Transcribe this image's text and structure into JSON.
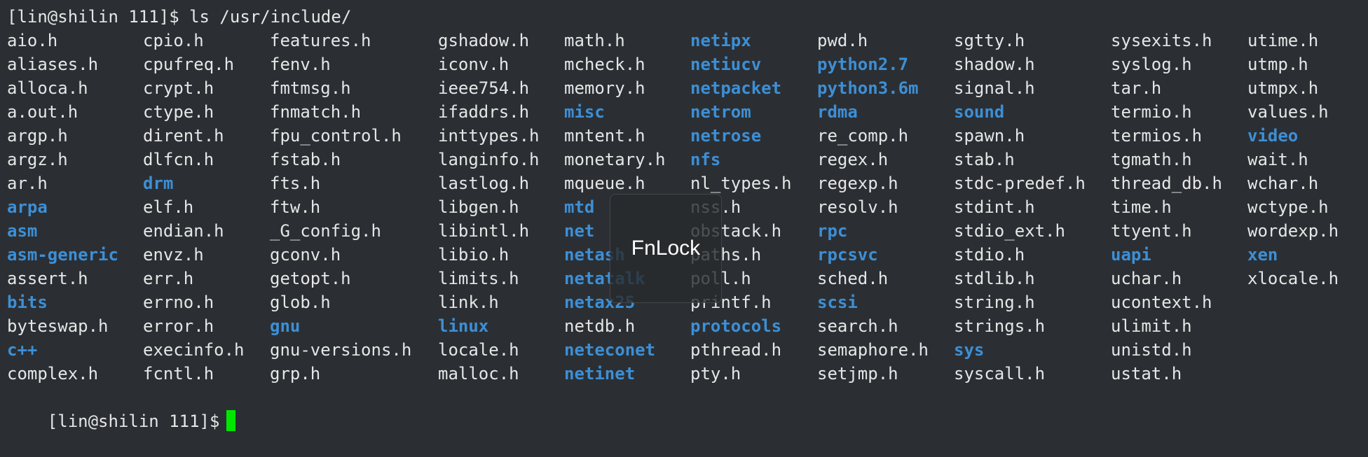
{
  "prompt_line": "[lin@shilin 111]$ ls /usr/include/",
  "final_prompt": "[lin@shilin 111]$",
  "colors": {
    "background": "#2b2f33",
    "text": "#e6e6e6",
    "directory": "#3d8fd6",
    "cursor": "#00e600"
  },
  "overlay": {
    "label": "FnLock"
  },
  "columns": [
    {
      "entries": [
        {
          "name": "aio.h",
          "dir": false
        },
        {
          "name": "aliases.h",
          "dir": false
        },
        {
          "name": "alloca.h",
          "dir": false
        },
        {
          "name": "a.out.h",
          "dir": false
        },
        {
          "name": "argp.h",
          "dir": false
        },
        {
          "name": "argz.h",
          "dir": false
        },
        {
          "name": "ar.h",
          "dir": false
        },
        {
          "name": "arpa",
          "dir": true
        },
        {
          "name": "asm",
          "dir": true
        },
        {
          "name": "asm-generic",
          "dir": true
        },
        {
          "name": "assert.h",
          "dir": false
        },
        {
          "name": "bits",
          "dir": true
        },
        {
          "name": "byteswap.h",
          "dir": false
        },
        {
          "name": "c++",
          "dir": true
        },
        {
          "name": "complex.h",
          "dir": false
        }
      ]
    },
    {
      "entries": [
        {
          "name": "cpio.h",
          "dir": false
        },
        {
          "name": "cpufreq.h",
          "dir": false
        },
        {
          "name": "crypt.h",
          "dir": false
        },
        {
          "name": "ctype.h",
          "dir": false
        },
        {
          "name": "dirent.h",
          "dir": false
        },
        {
          "name": "dlfcn.h",
          "dir": false
        },
        {
          "name": "drm",
          "dir": true
        },
        {
          "name": "elf.h",
          "dir": false
        },
        {
          "name": "endian.h",
          "dir": false
        },
        {
          "name": "envz.h",
          "dir": false
        },
        {
          "name": "err.h",
          "dir": false
        },
        {
          "name": "errno.h",
          "dir": false
        },
        {
          "name": "error.h",
          "dir": false
        },
        {
          "name": "execinfo.h",
          "dir": false
        },
        {
          "name": "fcntl.h",
          "dir": false
        }
      ]
    },
    {
      "entries": [
        {
          "name": "features.h",
          "dir": false
        },
        {
          "name": "fenv.h",
          "dir": false
        },
        {
          "name": "fmtmsg.h",
          "dir": false
        },
        {
          "name": "fnmatch.h",
          "dir": false
        },
        {
          "name": "fpu_control.h",
          "dir": false
        },
        {
          "name": "fstab.h",
          "dir": false
        },
        {
          "name": "fts.h",
          "dir": false
        },
        {
          "name": "ftw.h",
          "dir": false
        },
        {
          "name": "_G_config.h",
          "dir": false
        },
        {
          "name": "gconv.h",
          "dir": false
        },
        {
          "name": "getopt.h",
          "dir": false
        },
        {
          "name": "glob.h",
          "dir": false
        },
        {
          "name": "gnu",
          "dir": true
        },
        {
          "name": "gnu-versions.h",
          "dir": false
        },
        {
          "name": "grp.h",
          "dir": false
        }
      ]
    },
    {
      "entries": [
        {
          "name": "gshadow.h",
          "dir": false
        },
        {
          "name": "iconv.h",
          "dir": false
        },
        {
          "name": "ieee754.h",
          "dir": false
        },
        {
          "name": "ifaddrs.h",
          "dir": false
        },
        {
          "name": "inttypes.h",
          "dir": false
        },
        {
          "name": "langinfo.h",
          "dir": false
        },
        {
          "name": "lastlog.h",
          "dir": false
        },
        {
          "name": "libgen.h",
          "dir": false
        },
        {
          "name": "libintl.h",
          "dir": false
        },
        {
          "name": "libio.h",
          "dir": false
        },
        {
          "name": "limits.h",
          "dir": false
        },
        {
          "name": "link.h",
          "dir": false
        },
        {
          "name": "linux",
          "dir": true
        },
        {
          "name": "locale.h",
          "dir": false
        },
        {
          "name": "malloc.h",
          "dir": false
        }
      ]
    },
    {
      "entries": [
        {
          "name": "math.h",
          "dir": false
        },
        {
          "name": "mcheck.h",
          "dir": false
        },
        {
          "name": "memory.h",
          "dir": false
        },
        {
          "name": "misc",
          "dir": true
        },
        {
          "name": "mntent.h",
          "dir": false
        },
        {
          "name": "monetary.h",
          "dir": false
        },
        {
          "name": "mqueue.h",
          "dir": false
        },
        {
          "name": "mtd",
          "dir": true
        },
        {
          "name": "net",
          "dir": true
        },
        {
          "name": "netash",
          "dir": true
        },
        {
          "name": "netatalk",
          "dir": true
        },
        {
          "name": "netax25",
          "dir": true
        },
        {
          "name": "netdb.h",
          "dir": false
        },
        {
          "name": "neteconet",
          "dir": true
        },
        {
          "name": "netinet",
          "dir": true
        }
      ]
    },
    {
      "entries": [
        {
          "name": "netipx",
          "dir": true
        },
        {
          "name": "netiucv",
          "dir": true
        },
        {
          "name": "netpacket",
          "dir": true
        },
        {
          "name": "netrom",
          "dir": true
        },
        {
          "name": "netrose",
          "dir": true
        },
        {
          "name": "nfs",
          "dir": true
        },
        {
          "name": "nl_types.h",
          "dir": false
        },
        {
          "name": "nss.h",
          "dir": false
        },
        {
          "name": "obstack.h",
          "dir": false
        },
        {
          "name": "paths.h",
          "dir": false
        },
        {
          "name": "poll.h",
          "dir": false
        },
        {
          "name": "printf.h",
          "dir": false
        },
        {
          "name": "protocols",
          "dir": true
        },
        {
          "name": "pthread.h",
          "dir": false
        },
        {
          "name": "pty.h",
          "dir": false
        }
      ]
    },
    {
      "entries": [
        {
          "name": "pwd.h",
          "dir": false
        },
        {
          "name": "python2.7",
          "dir": true
        },
        {
          "name": "python3.6m",
          "dir": true
        },
        {
          "name": "rdma",
          "dir": true
        },
        {
          "name": "re_comp.h",
          "dir": false
        },
        {
          "name": "regex.h",
          "dir": false
        },
        {
          "name": "regexp.h",
          "dir": false
        },
        {
          "name": "resolv.h",
          "dir": false
        },
        {
          "name": "rpc",
          "dir": true
        },
        {
          "name": "rpcsvc",
          "dir": true
        },
        {
          "name": "sched.h",
          "dir": false
        },
        {
          "name": "scsi",
          "dir": true
        },
        {
          "name": "search.h",
          "dir": false
        },
        {
          "name": "semaphore.h",
          "dir": false
        },
        {
          "name": "setjmp.h",
          "dir": false
        }
      ]
    },
    {
      "entries": [
        {
          "name": "sgtty.h",
          "dir": false
        },
        {
          "name": "shadow.h",
          "dir": false
        },
        {
          "name": "signal.h",
          "dir": false
        },
        {
          "name": "sound",
          "dir": true
        },
        {
          "name": "spawn.h",
          "dir": false
        },
        {
          "name": "stab.h",
          "dir": false
        },
        {
          "name": "stdc-predef.h",
          "dir": false
        },
        {
          "name": "stdint.h",
          "dir": false
        },
        {
          "name": "stdio_ext.h",
          "dir": false
        },
        {
          "name": "stdio.h",
          "dir": false
        },
        {
          "name": "stdlib.h",
          "dir": false
        },
        {
          "name": "string.h",
          "dir": false
        },
        {
          "name": "strings.h",
          "dir": false
        },
        {
          "name": "sys",
          "dir": true
        },
        {
          "name": "syscall.h",
          "dir": false
        }
      ]
    },
    {
      "entries": [
        {
          "name": "sysexits.h",
          "dir": false
        },
        {
          "name": "syslog.h",
          "dir": false
        },
        {
          "name": "tar.h",
          "dir": false
        },
        {
          "name": "termio.h",
          "dir": false
        },
        {
          "name": "termios.h",
          "dir": false
        },
        {
          "name": "tgmath.h",
          "dir": false
        },
        {
          "name": "thread_db.h",
          "dir": false
        },
        {
          "name": "time.h",
          "dir": false
        },
        {
          "name": "ttyent.h",
          "dir": false
        },
        {
          "name": "uapi",
          "dir": true
        },
        {
          "name": "uchar.h",
          "dir": false
        },
        {
          "name": "ucontext.h",
          "dir": false
        },
        {
          "name": "ulimit.h",
          "dir": false
        },
        {
          "name": "unistd.h",
          "dir": false
        },
        {
          "name": "ustat.h",
          "dir": false
        }
      ]
    },
    {
      "entries": [
        {
          "name": "utime.h",
          "dir": false
        },
        {
          "name": "utmp.h",
          "dir": false
        },
        {
          "name": "utmpx.h",
          "dir": false
        },
        {
          "name": "values.h",
          "dir": false
        },
        {
          "name": "video",
          "dir": true
        },
        {
          "name": "wait.h",
          "dir": false
        },
        {
          "name": "wchar.h",
          "dir": false
        },
        {
          "name": "wctype.h",
          "dir": false
        },
        {
          "name": "wordexp.h",
          "dir": false
        },
        {
          "name": "xen",
          "dir": true
        },
        {
          "name": "xlocale.h",
          "dir": false
        }
      ]
    }
  ]
}
